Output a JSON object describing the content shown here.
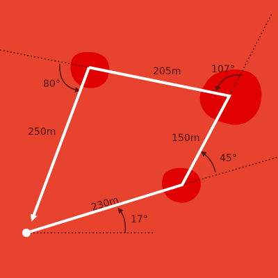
{
  "colors": {
    "background": "#e8432f",
    "blob": "#e00000",
    "path": "#ffffff",
    "guide": "#5a120a",
    "text": "#4a0d05"
  },
  "legs": [
    {
      "length_label": "230m"
    },
    {
      "length_label": "150m"
    },
    {
      "length_label": "205m"
    },
    {
      "length_label": "250m"
    }
  ],
  "angles": [
    {
      "label": "17°"
    },
    {
      "label": "45°"
    },
    {
      "label": "107°"
    },
    {
      "label": "80°"
    }
  ]
}
